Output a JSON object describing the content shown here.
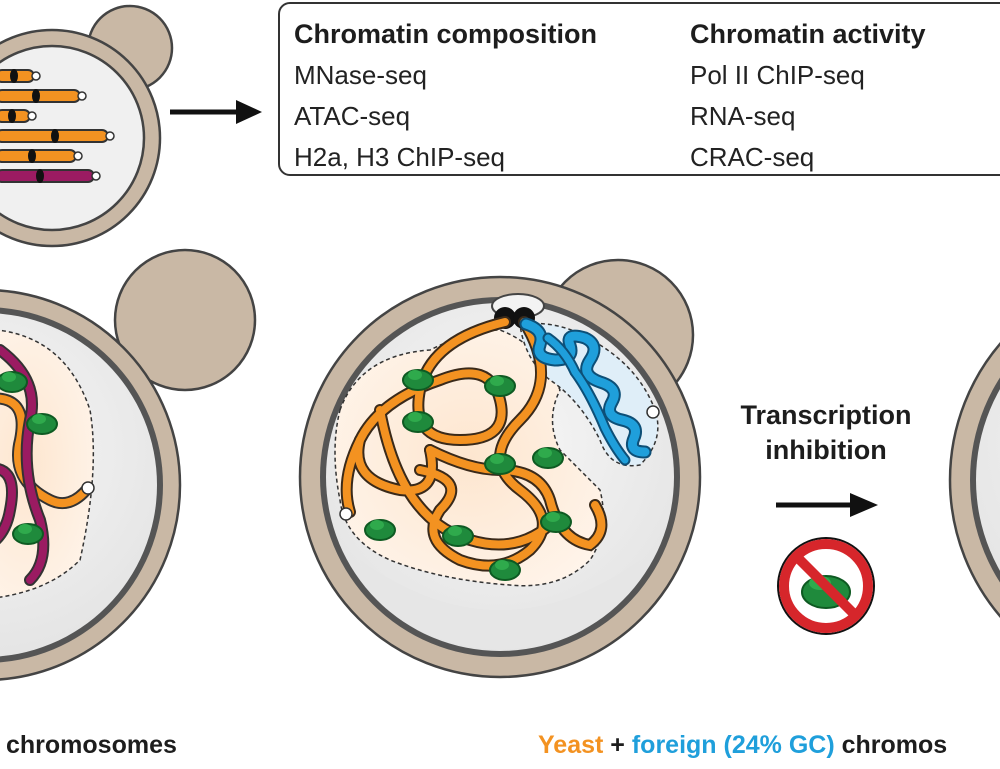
{
  "info_box": {
    "composition": {
      "heading": "Chromatin composition",
      "items": [
        "MNase-seq",
        "ATAC-seq",
        "H2a, H3 ChIP-seq"
      ]
    },
    "activity": {
      "heading": "Chromatin activity",
      "items": [
        "Pol II ChIP-seq",
        "RNA-seq",
        "CRAC-seq"
      ]
    }
  },
  "inhibition_label": [
    "Transcription",
    "inhibition"
  ],
  "captions": {
    "left": "chromosomes",
    "right_yeast": "Yeast",
    "right_plus": "+",
    "right_foreign": "foreign (24% GC)",
    "right_rest": "chromos"
  },
  "colors": {
    "yeast_chromosome": "#f39221",
    "foreign_chromosome": "#1f9fdb",
    "magenta_chromosome": "#9b1b62",
    "polymerase": "#1f8a3c",
    "cell_wall": "#c9b8a5",
    "prohibition_sign": "#d6262b"
  }
}
